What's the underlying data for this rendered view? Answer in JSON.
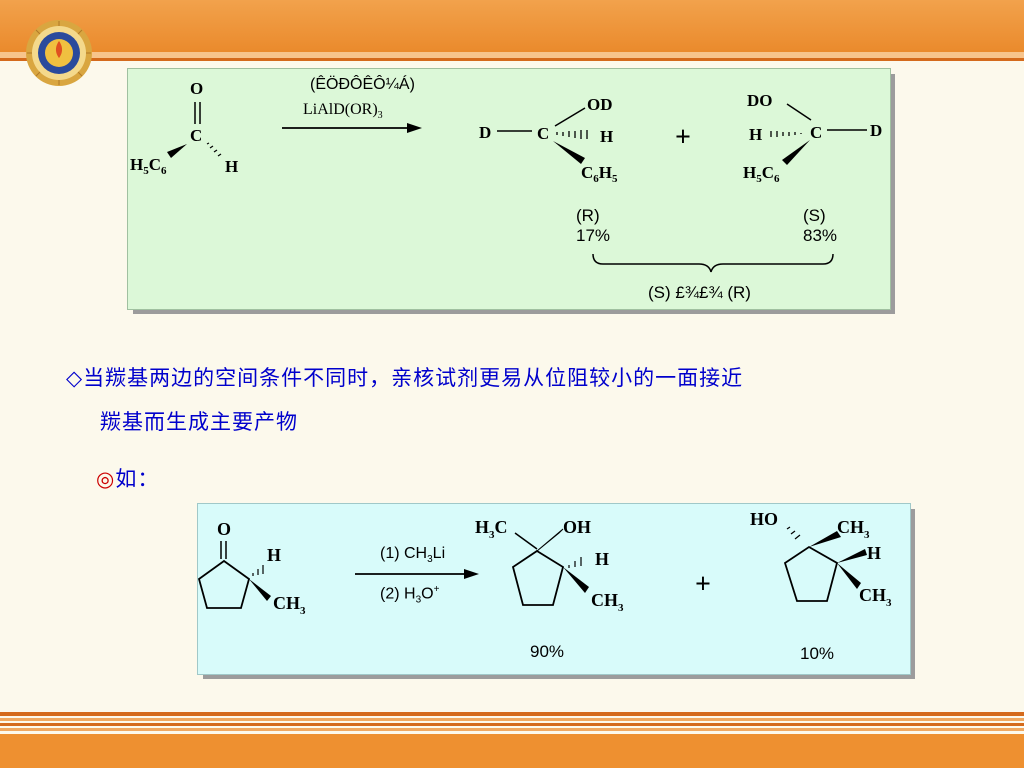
{
  "reaction1": {
    "reagent_garbled": "(ÊÖÐÔÊÔ¼Á)",
    "reagent": "LiAlD(OR)",
    "reagent_sub": "3",
    "product_r_label": "(R)",
    "product_r_yield": "17%",
    "product_s_label": "(S)",
    "product_s_yield": "83%",
    "ratio": "(S)  £¾£¾ (R)"
  },
  "bullet": {
    "symbol": "◇",
    "line1": "当羰基两边的空间条件不同时，亲核试剂更易从位阻较小的一面接近",
    "line2": "羰基而生成主要产物"
  },
  "example": {
    "symbol": "◎",
    "label": "如："
  },
  "reaction2": {
    "step1": "(1) CH",
    "step1_sub": "3",
    "step1_tail": "Li",
    "step2": "(2) H",
    "step2_sub": "3",
    "step2_tail": "O",
    "step2_sup": "+",
    "yield_major": "90%",
    "yield_minor": "10%"
  },
  "colors": {
    "panel1_bg": "#dcf8d8",
    "panel2_bg": "#d8fbfa",
    "bullet_text": "#0000cc",
    "topbar": "#ea8a2c"
  }
}
